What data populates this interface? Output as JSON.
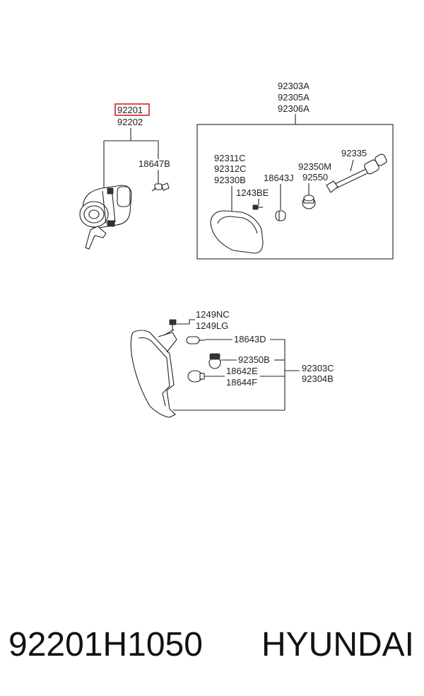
{
  "diagram": {
    "fog_lamp_group": {
      "highlighted_label": "92201",
      "label_2": "92202",
      "bulb_label": "18647B"
    },
    "side_marker_group": {
      "header_labels": [
        "92303A",
        "92305A",
        "92306A"
      ],
      "left_labels": [
        "92311C",
        "92312C",
        "92330B"
      ],
      "screw_label": "1243BE",
      "bulb_label": "18643J",
      "socket_labels": [
        "92350M",
        "92550"
      ],
      "wire_label": "92335"
    },
    "corner_lamp_group": {
      "screw_labels": [
        "1249NC",
        "1249LG"
      ],
      "bulb_small_label": "18643D",
      "socket_label": "92350B",
      "bulb_labels": [
        "18642E",
        "18644F"
      ],
      "assembly_labels": [
        "92303C",
        "92304B"
      ]
    },
    "highlight_color": "#d61f26"
  },
  "footer": {
    "part_number": "92201H1050",
    "brand": "HYUNDAI"
  }
}
